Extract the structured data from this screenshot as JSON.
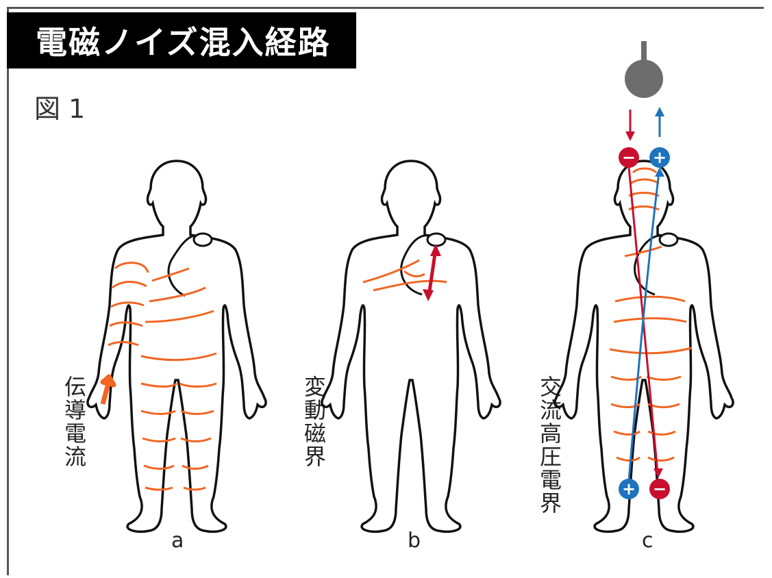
{
  "title": "電磁ノイズ混入経路",
  "figure_label": "図 1",
  "panels": [
    {
      "label": "a",
      "caption": "伝導電流"
    },
    {
      "label": "b",
      "caption": "変動磁界"
    },
    {
      "label": "c",
      "caption": "交流高圧電界"
    }
  ],
  "signs": {
    "minus": "−",
    "plus": "+"
  },
  "colors": {
    "noise": "#f26522",
    "dark_red": "#c8102e",
    "blue": "#1e73be",
    "electrode": "#6d6d6d",
    "outline": "#111111"
  }
}
